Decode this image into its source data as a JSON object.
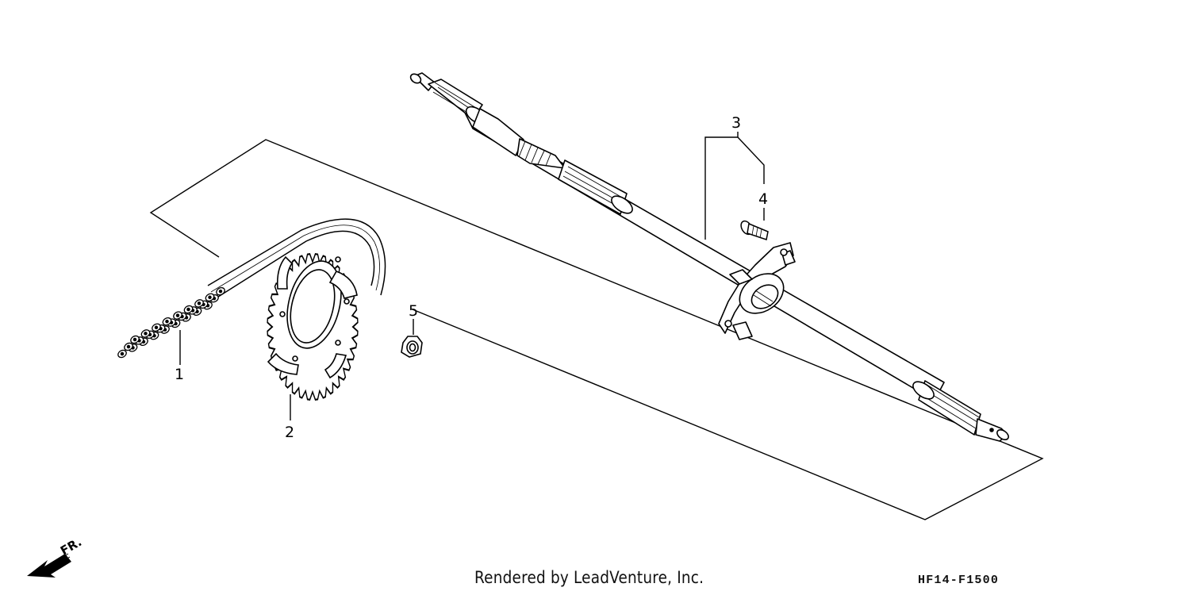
{
  "diagram": {
    "callouts": {
      "part_1": "1",
      "part_2": "2",
      "part_3": "3",
      "part_4": "4",
      "part_5": "5"
    },
    "direction_label": "FR.",
    "credit": "Rendered by LeadVenture, Inc.",
    "drawing_code": "HF14-F1500"
  },
  "icons": {
    "front_arrow": "front-direction-arrow-icon"
  },
  "colors": {
    "line": "#000000",
    "background": "#ffffff"
  }
}
